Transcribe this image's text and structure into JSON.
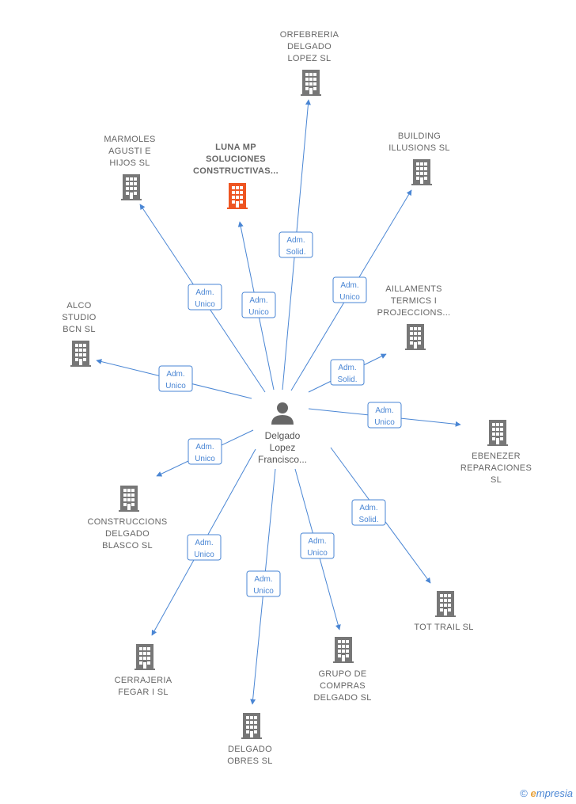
{
  "center": {
    "label": [
      "Delgado",
      "Lopez",
      "Francisco..."
    ]
  },
  "colors": {
    "edge": "#4a86d4",
    "building": "#777777",
    "highlight": "#ee5522"
  },
  "nodes": [
    {
      "id": "orfebreria",
      "label": [
        "ORFEBRERIA",
        "DELGADO",
        "LOPEZ  SL"
      ],
      "edge": [
        "Adm.",
        "Solid."
      ],
      "highlight": false
    },
    {
      "id": "building-illusions",
      "label": [
        "BUILDING",
        "ILLUSIONS  SL"
      ],
      "edge": [
        "Adm.",
        "Unico"
      ],
      "highlight": false
    },
    {
      "id": "luna-mp",
      "label": [
        "LUNA MP",
        "SOLUCIONES",
        "CONSTRUCTIVAS..."
      ],
      "edge": [
        "Adm.",
        "Unico"
      ],
      "highlight": true
    },
    {
      "id": "marmoles",
      "label": [
        "MARMOLES",
        "AGUSTI E",
        "HIJOS  SL"
      ],
      "edge": [
        "Adm.",
        "Unico"
      ],
      "highlight": false
    },
    {
      "id": "aillaments",
      "label": [
        "AILLAMENTS",
        "TERMICS I",
        "PROJECCIONS..."
      ],
      "edge": [
        "Adm.",
        "Solid."
      ],
      "highlight": false
    },
    {
      "id": "alco-studio",
      "label": [
        "ALCO",
        "STUDIO",
        "BCN  SL"
      ],
      "edge": [
        "Adm.",
        "Unico"
      ],
      "highlight": false
    },
    {
      "id": "ebenezer",
      "label": [
        "EBENEZER",
        "REPARACIONES",
        "SL"
      ],
      "edge": [
        "Adm.",
        "Unico"
      ],
      "highlight": false
    },
    {
      "id": "construcciones",
      "label": [
        "CONSTRUCCIONS",
        "DELGADO",
        "BLASCO SL"
      ],
      "edge": [
        "Adm.",
        "Unico"
      ],
      "highlight": false
    },
    {
      "id": "tot-trail",
      "label": [
        "TOT TRAIL SL"
      ],
      "edge": [
        "Adm.",
        "Solid."
      ],
      "highlight": false
    },
    {
      "id": "cerrajeria",
      "label": [
        "CERRAJERIA",
        "FEGAR I  SL"
      ],
      "edge": [
        "Adm.",
        "Unico"
      ],
      "highlight": false
    },
    {
      "id": "grupo-compras",
      "label": [
        "GRUPO DE",
        "COMPRAS",
        "DELGADO  SL"
      ],
      "edge": [
        "Adm.",
        "Unico"
      ],
      "highlight": false
    },
    {
      "id": "delgado-obres",
      "label": [
        "DELGADO",
        "OBRES  SL"
      ],
      "edge": [
        "Adm.",
        "Unico"
      ],
      "highlight": false
    }
  ],
  "brand": {
    "copyright": "©",
    "e": "e",
    "rest": "mpresia"
  }
}
